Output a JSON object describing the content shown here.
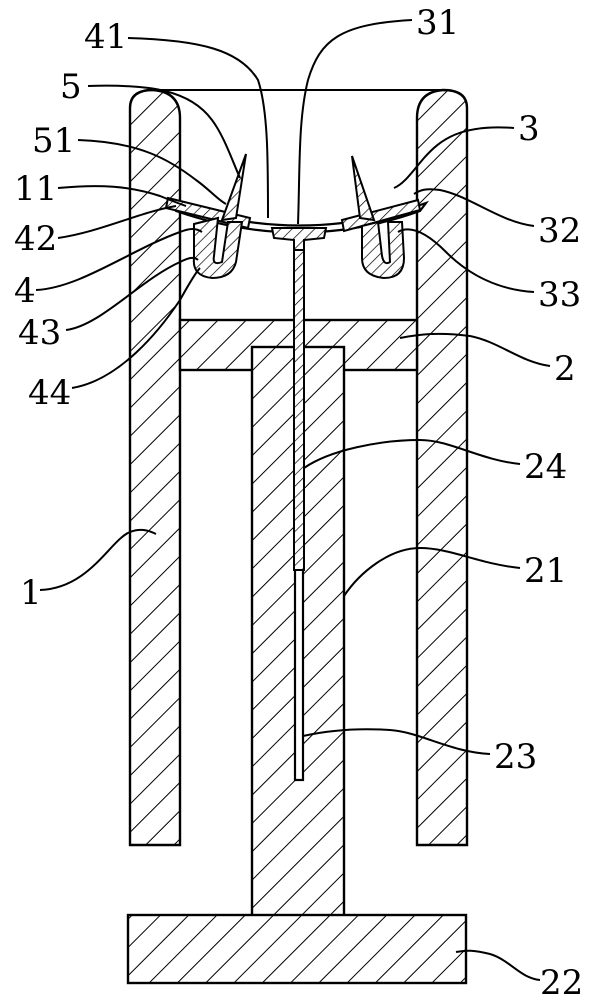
{
  "labels": {
    "l41": "41",
    "l31": "31",
    "l5": "5",
    "l3": "3",
    "l51": "51",
    "l11": "11",
    "l32": "32",
    "l42": "42",
    "l4": "4",
    "l33": "33",
    "l43": "43",
    "l2": "2",
    "l44": "44",
    "l24": "24",
    "l21": "21",
    "l1": "1",
    "l23": "23",
    "l22": "22"
  },
  "colors": {
    "line": "#000000",
    "background": "#ffffff"
  }
}
